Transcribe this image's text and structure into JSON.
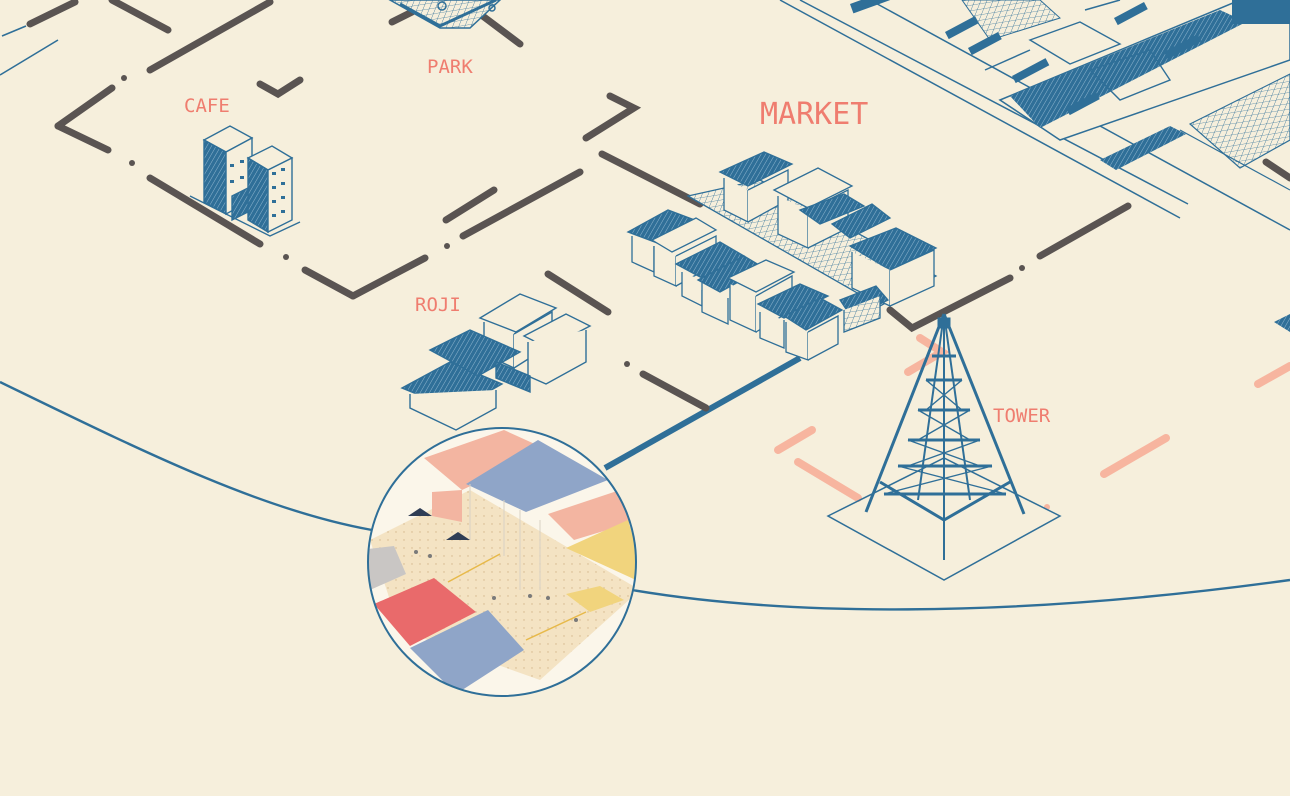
{
  "labels": {
    "cafe": "CAFE",
    "park": "PARK",
    "market": "MARKET",
    "roji": "ROJI",
    "tower": "TOWER"
  },
  "colors": {
    "background": "#f6efdc",
    "building_blue": "#2f6f98",
    "label_salmon": "#ef7d6f",
    "route_dark": "#5a5452",
    "route_peach": "#f7b59f",
    "curve_blue": "#2f6f98",
    "awning_pink": "#f3b5a1",
    "awning_blue": "#8fa5c8",
    "awning_yellow": "#f1d47d",
    "awning_red": "#e96a6b",
    "awning_grey": "#c9c6c4"
  }
}
